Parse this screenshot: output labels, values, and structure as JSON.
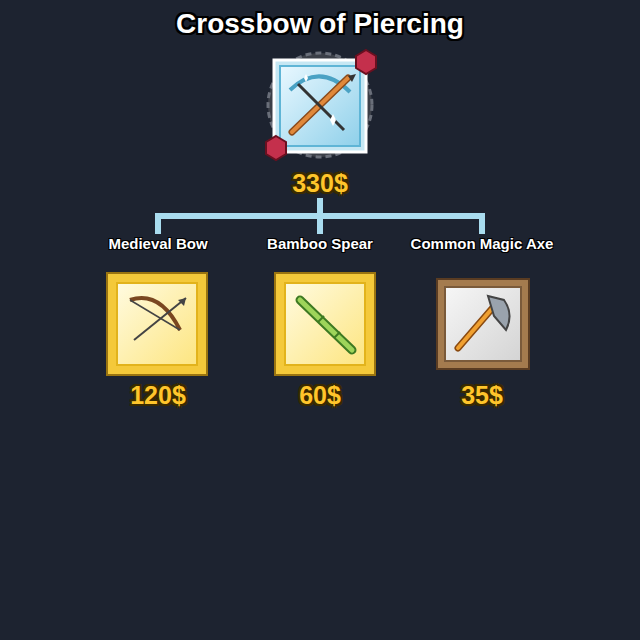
{
  "diagram": {
    "nodes": [
      {
        "text": [
          "Crossbow of Piercing",
          "330$"
        ]
      },
      {
        "text": [
          "Medieval Bow",
          "120$"
        ]
      },
      {
        "text": [
          "Bamboo Spear",
          "60$"
        ]
      },
      {
        "text": [
          "Common Magic Axe",
          "35$"
        ]
      }
    ],
    "edges": [
      {
        "from": 0,
        "to": 1,
        "arrow": "none"
      },
      {
        "from": 0,
        "to": 2,
        "arrow": "none"
      },
      {
        "from": 0,
        "to": 3,
        "arrow": "none"
      }
    ]
  }
}
